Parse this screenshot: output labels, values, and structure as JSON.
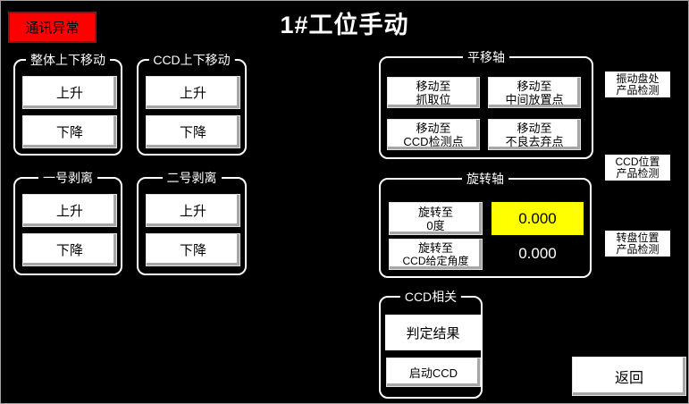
{
  "colors": {
    "background": "#000000",
    "alarm_red": "#fe0000",
    "angle_display_bg": "#ffff00",
    "button_face": "#ffffff",
    "group_border": "#ffffff"
  },
  "header": {
    "alarm_label": "通讯异常",
    "title": "1#工位手动"
  },
  "groups": {
    "overall_updown": {
      "title": "整体上下移动",
      "up": "上升",
      "down": "下降"
    },
    "ccd_updown": {
      "title": "CCD上下移动",
      "up": "上升",
      "down": "下降"
    },
    "peel1": {
      "title": "一号剥离",
      "up": "上升",
      "down": "下降"
    },
    "peel2": {
      "title": "二号剥离",
      "up": "上升",
      "down": "下降"
    },
    "translate_axis": {
      "title": "平移轴",
      "buttons": [
        {
          "line1": "移动至",
          "line2": "抓取位"
        },
        {
          "line1": "移动至",
          "line2": "中间放置点"
        },
        {
          "line1": "移动至",
          "line2": "CCD检测点"
        },
        {
          "line1": "移动至",
          "line2": "不良去弃点"
        }
      ]
    },
    "rotate_axis": {
      "title": "旋转轴",
      "rotate_zero": {
        "line1": "旋转至",
        "line2": "0度"
      },
      "rotate_ccd": {
        "line1": "旋转至",
        "line2": "CCD给定角度"
      },
      "angle_display": "0.000",
      "angle_feedback": "0.000"
    },
    "ccd_related": {
      "title": "CCD相关",
      "judge_result": "判定结果",
      "start_ccd": "启动CCD"
    }
  },
  "right_buttons": [
    {
      "line1": "振动盘处",
      "line2": "产品检测"
    },
    {
      "line1": "CCD位置",
      "line2": "产品检测"
    },
    {
      "line1": "转盘位置",
      "line2": "产品检测"
    }
  ],
  "footer": {
    "back_label": "返回"
  }
}
